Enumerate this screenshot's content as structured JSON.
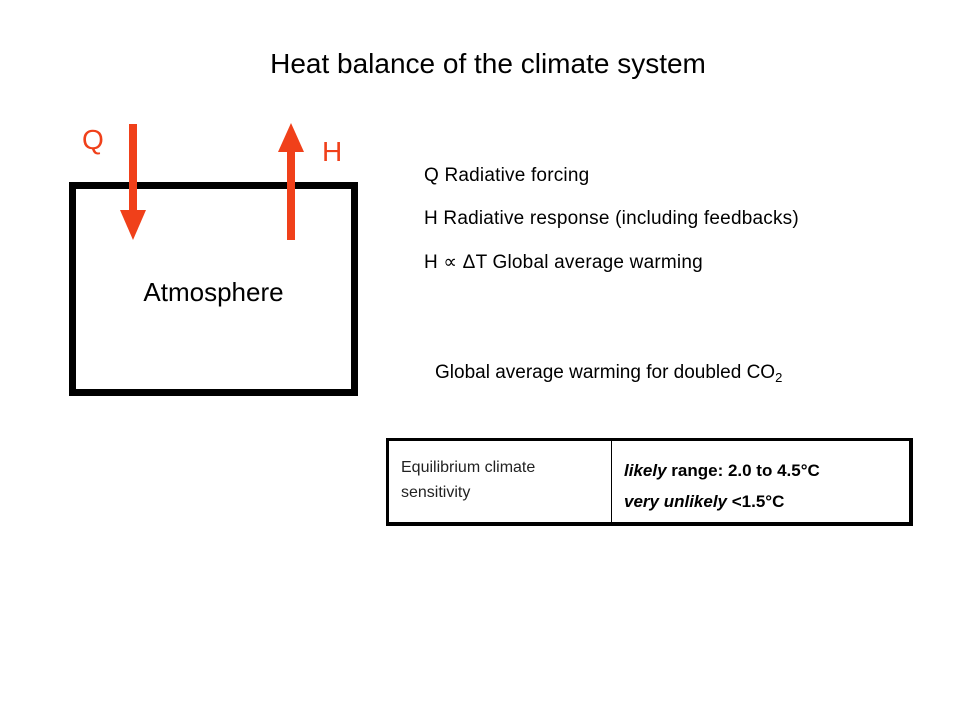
{
  "title": "Heat balance of the climate system",
  "diagram": {
    "box_label": "Atmosphere",
    "q_label": "Q",
    "h_label": "H",
    "arrow_color": "#f0401a"
  },
  "legend": {
    "q_line": "Q  Radiative forcing",
    "h_line": "H  Radiative response (including feedbacks)",
    "h_prop": "H",
    "prop_symbol": "∝",
    "delta_t": "ΔT",
    "warming_label": "Global average warming"
  },
  "co2": {
    "text": "Global average warming for doubled CO",
    "subscript": "2"
  },
  "table": {
    "row_label": "Equilibrium climate sensitivity",
    "likely_word": "likely",
    "likely_rest": " range: 2.0 to 4.5°C",
    "very_unlikely_word": "very unlikely",
    "very_unlikely_rest": " <1.5°C"
  }
}
